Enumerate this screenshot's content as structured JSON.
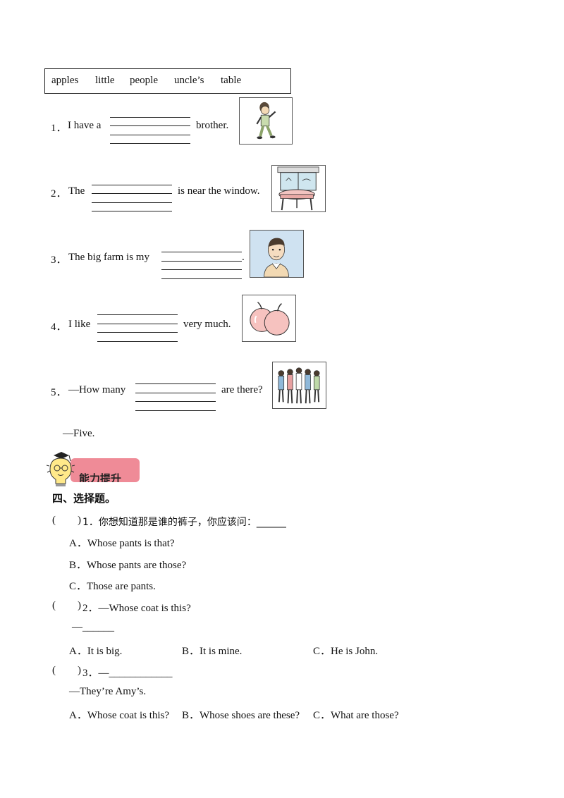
{
  "word_bank": [
    "apples",
    "little",
    "people",
    "uncle’s",
    "table"
  ],
  "fill_in": [
    {
      "num": "1．",
      "before": "I have a",
      "after": "brother.",
      "picture": "boy-walking-icon"
    },
    {
      "num": "2．",
      "before": "The",
      "after": "is near the window.",
      "picture": "table-window-icon"
    },
    {
      "num": "3．",
      "before": "The big farm is my",
      "after": ".",
      "picture": "man-portrait-icon"
    },
    {
      "num": "4．",
      "before": "I like",
      "after": "very much.",
      "picture": "apples-icon"
    },
    {
      "num": "5．",
      "before": "—How many",
      "after": "are there?",
      "picture": "group-of-people-icon"
    }
  ],
  "answer_five": "—Five.",
  "badge": "能力提升",
  "section_title": "四、选择题。",
  "questions": [
    {
      "paren": "(",
      "paren_close": ")",
      "stem": "1．你想知道那是谁的裤子，你应该问：______",
      "options": [
        "A．Whose pants is that?",
        "B．Whose pants are those?",
        "C．Those are pants."
      ]
    },
    {
      "paren": "(",
      "paren_close": ")",
      "stem": "2．—Whose coat is this?",
      "reply": "—______",
      "options": [
        "A．It is big.",
        "B．It is mine.",
        "C．He is John."
      ]
    },
    {
      "paren": "(",
      "paren_close": ")",
      "stem": "3．—____________",
      "reply": "—They’re Amy’s.",
      "options": [
        "A．Whose coat is this?",
        "B．Whose shoes are these?",
        "C．What are those?"
      ]
    }
  ]
}
